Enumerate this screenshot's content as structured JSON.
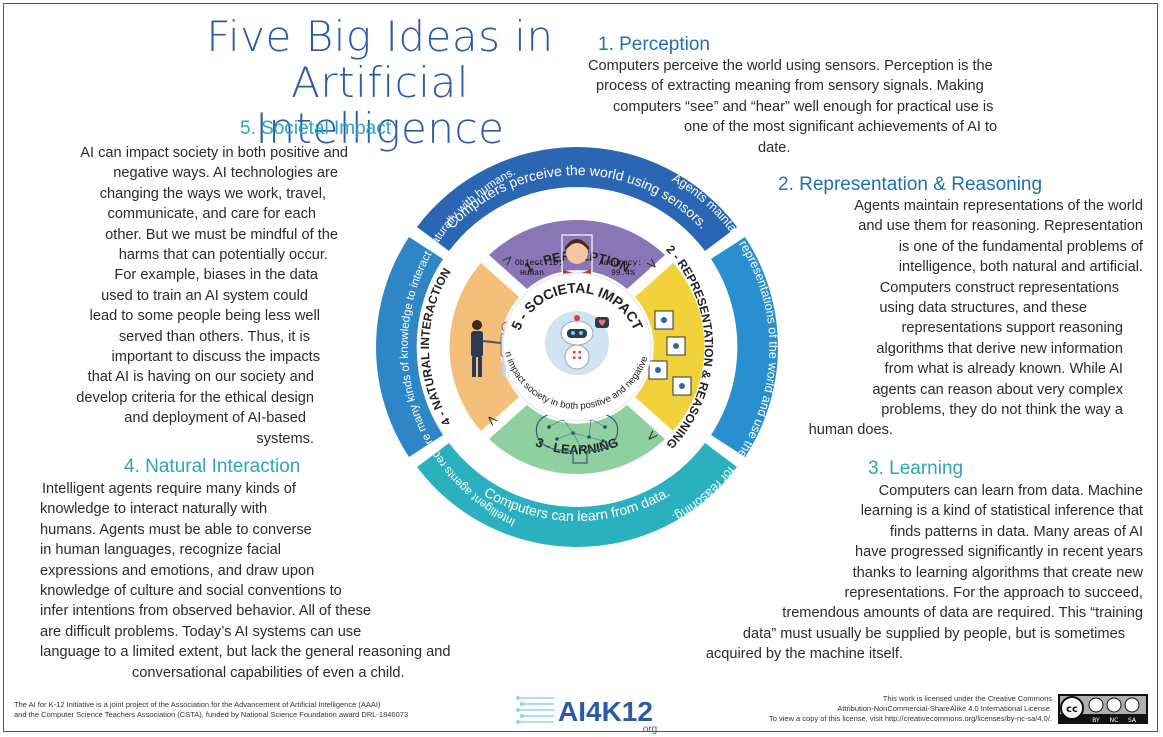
{
  "title": {
    "line1": "Five Big Ideas in",
    "line2": "Artificial Intelligence"
  },
  "ideas": {
    "perception": {
      "heading": "1. Perception",
      "lines": [
        "Computers perceive the world using sensors. Perception is the",
        "process of extracting meaning from sensory signals. Making",
        "computers “see” and “hear” well enough for practical use is",
        "one of the most significant achievements  of AI to",
        "date."
      ]
    },
    "representation": {
      "heading": "2. Representation &  Reasoning",
      "lines": [
        "Agents maintain representations of the world",
        "and use them for reasoning. Representation",
        "is one of the fundamental problems of",
        "intelligence, both natural and artificial.",
        "Computers construct representations",
        "using data structures,        and these",
        "representations support reasoning",
        "algorithms that derive new information",
        "from what is already known. While AI",
        "agents can reason about very complex",
        "problems,  they do not think the way a",
        "human does."
      ]
    },
    "learning": {
      "heading": "3. Learning",
      "lines": [
        "Computers can learn from data. Machine",
        "learning is a kind of statistical inference that",
        "finds patterns in data. Many areas of AI",
        "have progressed significantly in recent years",
        "thanks to learning algorithms that create new",
        "representations.  For the approach to succeed,",
        "tremendous amounts of data are required. This “training",
        "data” must usually be supplied by people, but is sometimes",
        "acquired by the machine itself."
      ]
    },
    "natural_interaction": {
      "heading": "4. Natural Interaction",
      "lines": [
        "Intelligent agents require many kinds of",
        "knowledge to interact naturally with",
        "humans. Agents must be able to converse",
        "in human languages, recognize facial",
        "expressions and emotions, and draw upon",
        "knowledge of culture and social conventions to",
        "infer intentions from observed behavior.  All of these",
        "are difficult problems. Today’s AI systems can use",
        "language to a limited extent, but lack the general reasoning and",
        "conversational capabilities of even a child."
      ]
    },
    "societal_impact": {
      "heading": "5. Societal Impact",
      "lines": [
        "AI can impact society in both positive and",
        "negative ways. AI technologies are",
        "changing the ways we work, travel,",
        "communicate, and care for each",
        "other. But we must be mindful of the",
        "harms that can potentially occur.",
        "For example, biases in the data",
        "used to train an AI system could",
        "lead to some people being less well",
        "served than others. Thus, it is",
        "important to discuss the impacts",
        "that AI is having on our society and",
        "develop criteria for the ethical design",
        "and deployment of AI-based",
        "systems."
      ]
    }
  },
  "wheel": {
    "outer": {
      "perception": "Computers perceive the world using sensors.",
      "representation": "Agents maintain representations of the world and use them for reasoning.",
      "learning": "Computers can learn from data.",
      "interaction": "Intelligent agents require many kinds of knowledge to interact naturally with humans."
    },
    "quadrants": {
      "perception": "1 - PERCEPTION",
      "representation": "2 - REPRESENTATION & REASONING",
      "learning": "3 - LEARNING",
      "interaction": "4 - NATURAL INTERACTION"
    },
    "center": {
      "title": "5 - SOCIETAL IMPACT",
      "subtitle": "AI can impact society in both positive and negative ways."
    },
    "perception_panel": {
      "object_label": "Object ID:",
      "object_value": "Human",
      "accuracy_label": "Accuracy:",
      "accuracy_value": "99.4%"
    },
    "chevron": ">"
  },
  "footer": {
    "left_lines": [
      "The AI for K-12 Initiative is a joint project of the Association for the Advancement of Artificial Intelligence (AAAI)",
      "and the Computer Science Teachers Association (CSTA), funded by National Science Foundation award DRL-1846073"
    ],
    "right_lines": [
      "This work is licensed under the Creative Commons",
      "Attribution-NonCommercial-ShareAlike 4.0 International License.",
      "To view a copy of this license, visit http://creativecommons.org/licenses/by-nc-sa/4.0/."
    ],
    "logo_text": "AI4K12",
    "logo_suffix": ".org",
    "cc_labels": [
      "BY",
      "NC",
      "SA"
    ]
  },
  "colors": {
    "title_blue": "#2b5aa6",
    "heading_blue": "#1e6fb5",
    "heading_teal": "#2aa6b9",
    "ring_perception": "#2a66b4",
    "ring_representation": "#2a8fd0",
    "ring_learning": "#2ab0bf",
    "ring_interaction": "#2f86c6",
    "panel_perception": "#8a76b6",
    "panel_representation": "#f2d23a",
    "panel_learning": "#8fd0a0",
    "panel_interaction": "#f3bf7a"
  }
}
